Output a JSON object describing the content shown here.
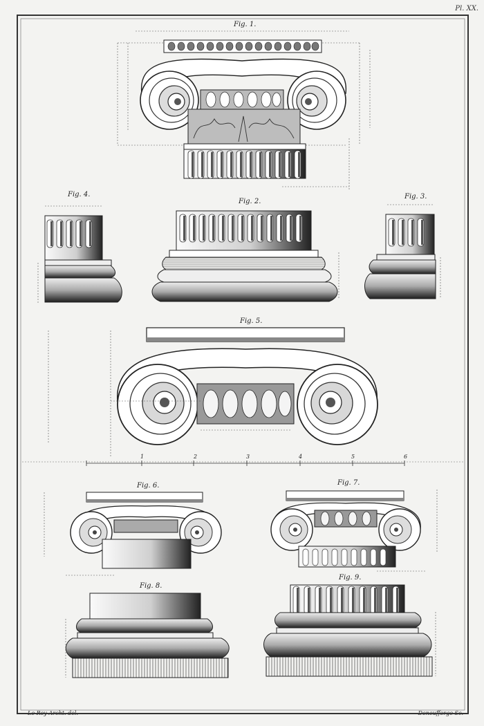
{
  "plate": {
    "number": "Pl. XX.",
    "credit_left": "Le Roy Archt. del.",
    "credit_right": "Deneufforge Sc."
  },
  "figures": {
    "fig1": "Fig. 1.",
    "fig2": "Fig. 2.",
    "fig3": "Fig. 3.",
    "fig4": "Fig. 4.",
    "fig5": "Fig. 5.",
    "fig6": "Fig. 6.",
    "fig7": "Fig. 7.",
    "fig8": "Fig. 8.",
    "fig9": "Fig. 9."
  },
  "scale": {
    "ticks": [
      "1",
      "2",
      "3",
      "4",
      "5",
      "6"
    ]
  },
  "colors": {
    "paper": "#f3f3f1",
    "ink": "#222222",
    "frame": "#333333"
  }
}
